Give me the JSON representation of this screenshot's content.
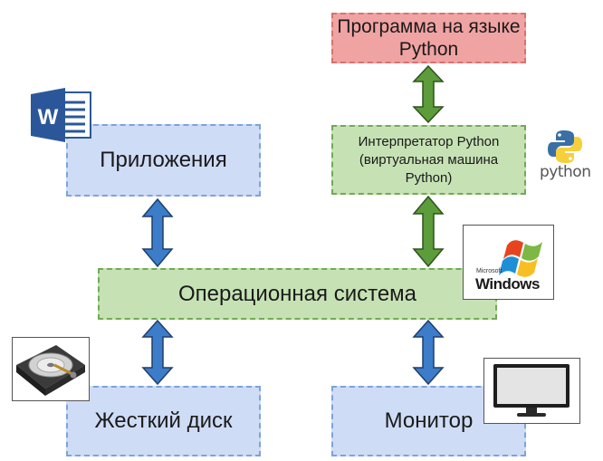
{
  "boxes": {
    "applications": "Приложения",
    "os": "Операционная система",
    "hard_disk": "Жесткий диск",
    "monitor": "Монитор",
    "interpreter": "Интерпретатор Python (виртуальная машина Python)",
    "program": "Программа на языке Python"
  },
  "logos": {
    "python": "python",
    "windows_brand": "Microsoft",
    "windows_name": "Windows",
    "word_letter": "W"
  },
  "colors": {
    "blue_box": "#cfdcf6",
    "green_box": "#c6e2b4",
    "red_box": "#f0a3a3",
    "blue_arrow": "#3d7cc9",
    "green_arrow": "#5d9c3a"
  },
  "icons": [
    "word-icon",
    "python-icon",
    "windows-icon",
    "hard-disk-icon",
    "monitor-icon"
  ]
}
